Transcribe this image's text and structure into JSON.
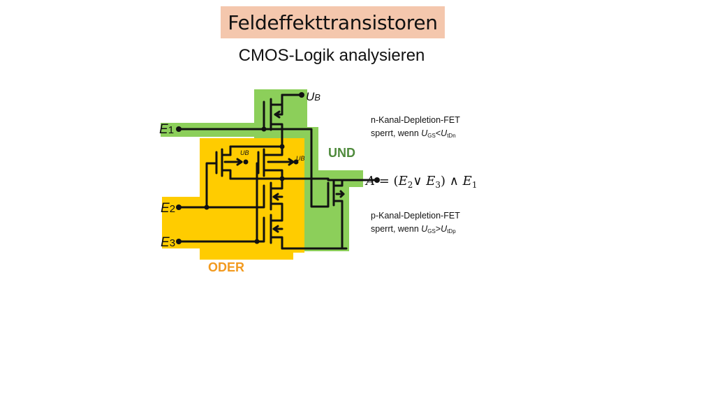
{
  "title": "Feldeffekttransistoren",
  "subtitle": "CMOS-Logik analysieren",
  "colors": {
    "title_bg": "#f4c7ad",
    "und_highlight": "#8ccf5a",
    "oder_highlight": "#ffcc00",
    "und_label": "#4f8a3c",
    "oder_label": "#f29a1f"
  },
  "labels": {
    "ub_main": "U",
    "ub_main_sub": "B",
    "ub_small_left": "U",
    "ub_small_left_sub": "B",
    "ub_small_right": "U",
    "ub_small_right_sub": "B",
    "e1": "E",
    "e1_idx": "1",
    "e2": "E",
    "e2_idx": "2",
    "e3": "E",
    "e3_idx": "3",
    "und": "UND",
    "oder": "ODER"
  },
  "formula": {
    "output": "A",
    "eq": " = (",
    "e2": "E",
    "e2_idx": "2",
    "or": "∨ ",
    "e3": "E",
    "e3_idx": "3",
    "and": ") ∧ ",
    "e1": "E",
    "e1_idx": "1"
  },
  "notes": {
    "n_line1": "n-Kanal-Depletion-FET",
    "n_line2_prefix": "sperrt, wenn ",
    "n_u1": "U",
    "n_sub1": "GS",
    "n_op": "<",
    "n_u2": "U",
    "n_sub2": "tDn",
    "p_line1": "p-Kanal-Depletion-FET",
    "p_line2_prefix": "sperrt, wenn ",
    "p_u1": "U",
    "p_sub1": "GS",
    "p_op": ">",
    "p_u2": "U",
    "p_sub2": "tDp"
  }
}
